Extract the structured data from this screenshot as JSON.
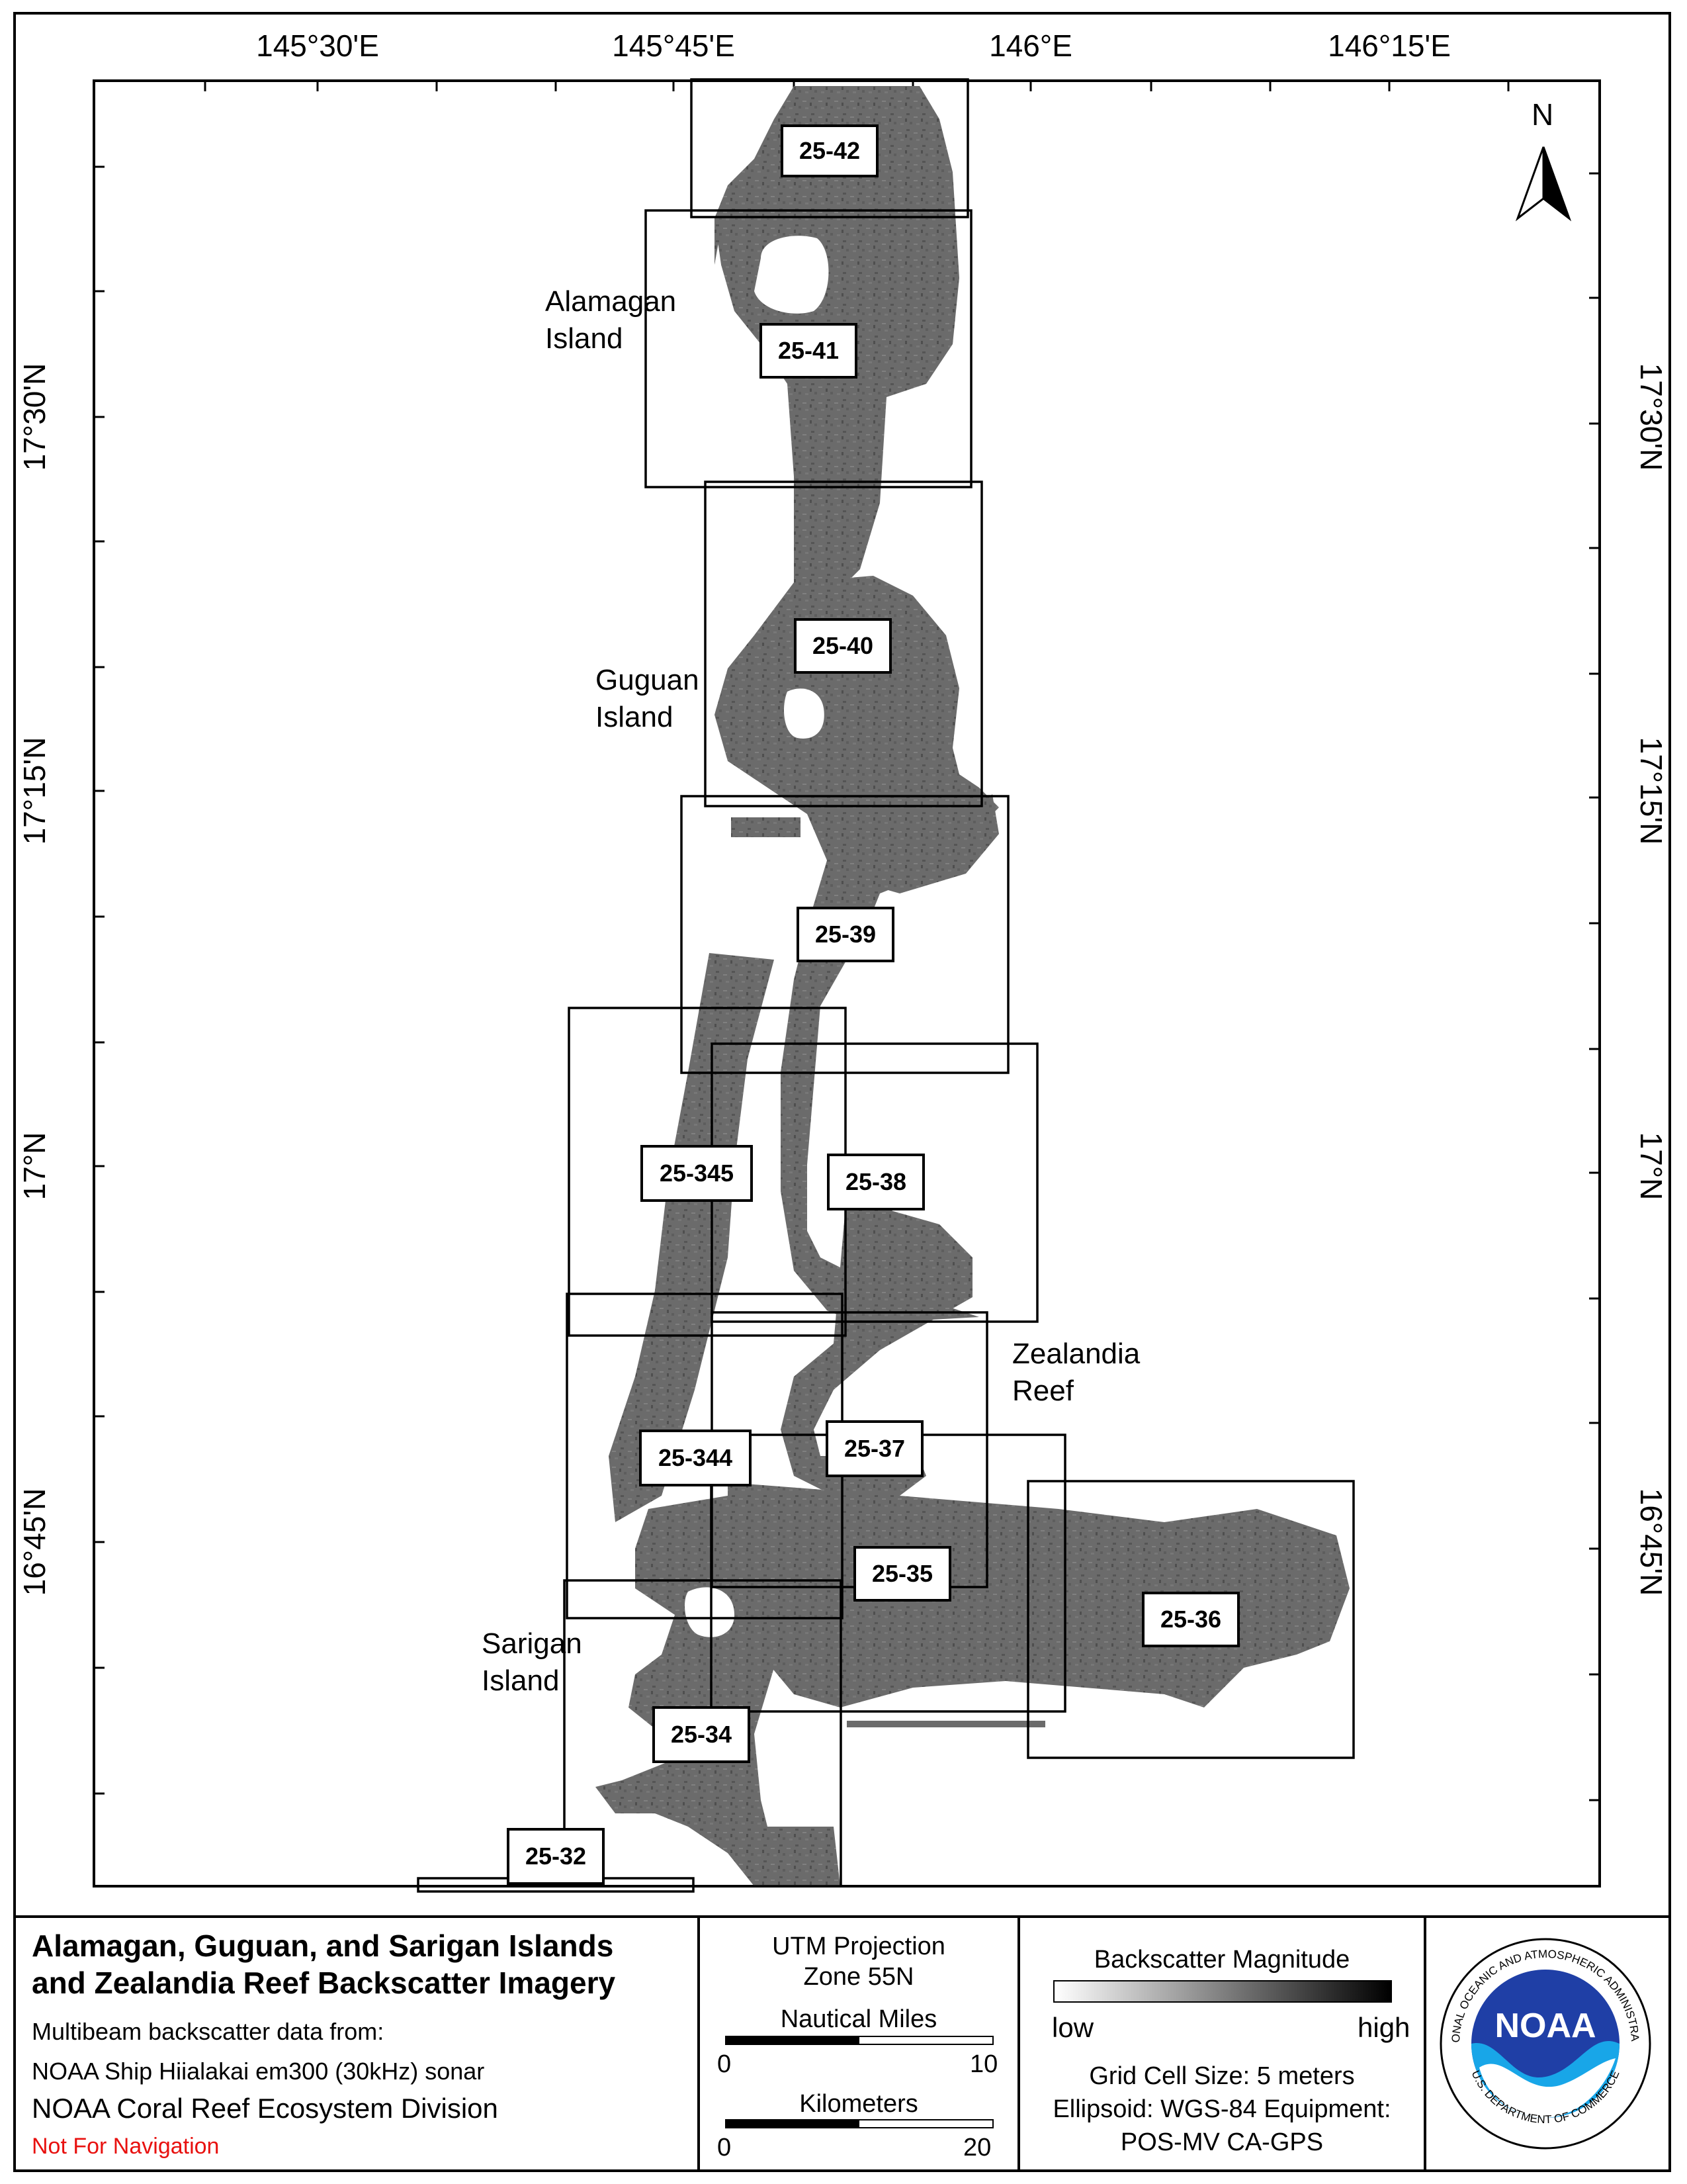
{
  "graticule": {
    "top": [
      "145°30'E",
      "145°45'E",
      "146°E",
      "146°15'E"
    ],
    "left": [
      "17°30'N",
      "17°15'N",
      "17°N",
      "16°45'N"
    ],
    "right": [
      "17°30'N",
      "17°15'N",
      "17°N",
      "16°45'N"
    ]
  },
  "north_arrow": {
    "label": "N"
  },
  "tiles": [
    "25-42",
    "25-41",
    "25-40",
    "25-39",
    "25-345",
    "25-38",
    "25-344",
    "25-37",
    "25-35",
    "25-36",
    "25-34",
    "25-32"
  ],
  "places": {
    "alamagan": [
      "Alamagan",
      "Island"
    ],
    "guguan": [
      "Guguan",
      "Island"
    ],
    "zealandia": [
      "Zealandia",
      "Reef"
    ],
    "sarigan": [
      "Sarigan",
      "Island"
    ]
  },
  "legend": {
    "title_line1": "Alamagan, Guguan, and Sarigan Islands",
    "title_line2": "and Zealandia Reef Backscatter Imagery",
    "source_line1": "Multibeam backscatter data from:",
    "source_line2": "NOAA Ship Hiialakai em300 (30kHz) sonar",
    "division": "NOAA Coral Reef Ecosystem Division",
    "warning": "Not For Navigation",
    "warning_color": "#e8110f",
    "projection_line1": "UTM Projection",
    "projection_line2": "Zone 55N",
    "nautical_miles": "Nautical Miles",
    "nm_min": "0",
    "nm_max": "10",
    "kilometers": "Kilometers",
    "km_min": "0",
    "km_max": "20",
    "magnitude_title": "Backscatter Magnitude",
    "low": "low",
    "high": "high",
    "grid_cell": "Grid Cell Size: 5 meters",
    "ellipsoid": "Ellipsoid: WGS-84 Equipment:",
    "equipment": "POS-MV CA-GPS",
    "logo_text": "NOAA",
    "logo_ring_top": "NATIONAL OCEANIC AND ATMOSPHERIC ADMINISTRATION",
    "logo_ring_bottom": "U.S. DEPARTMENT OF COMMERCE"
  }
}
